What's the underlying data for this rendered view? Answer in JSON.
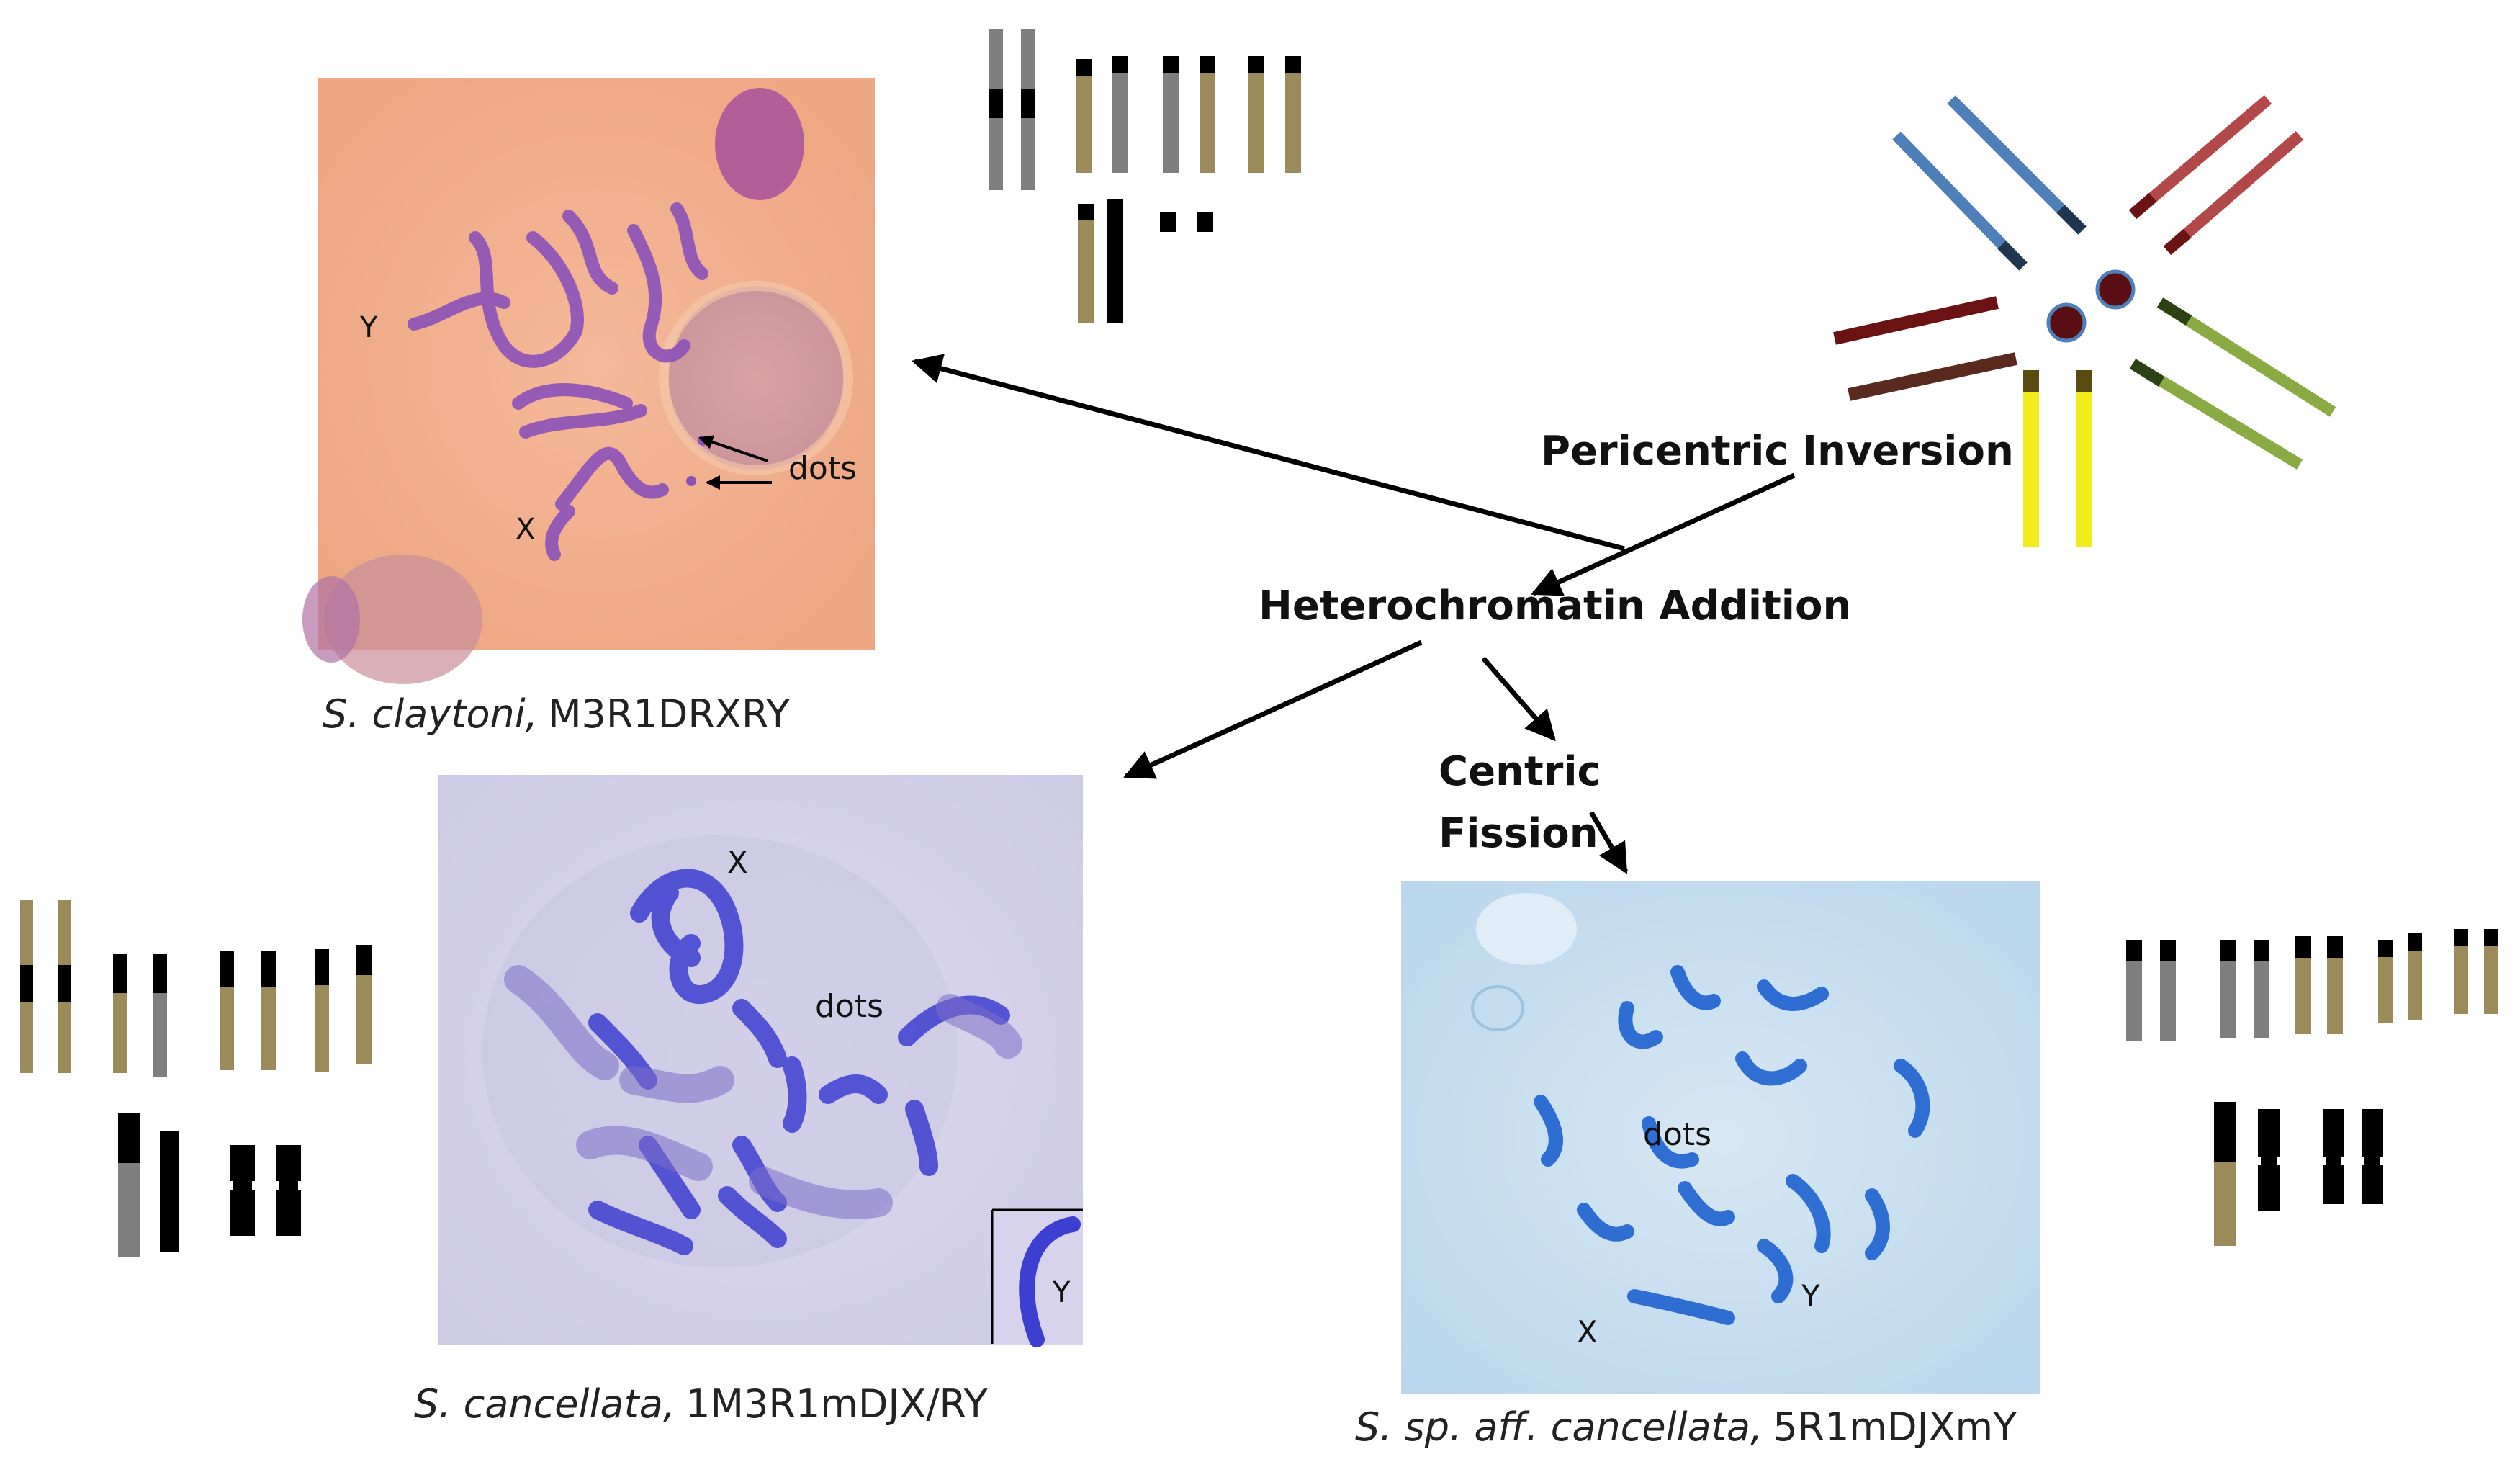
{
  "labels": {
    "pericentric": "Pericentric Inversion",
    "heterochromatin": "Heterochromatin Addition",
    "centric_line1": "Centric",
    "centric_line2": "Fission"
  },
  "panels": {
    "claytoni": {
      "caption_species": "S. claytoni,",
      "caption_formula": "M3R1DRXRY",
      "label_y": "Y",
      "label_x": "X",
      "label_dots": "dots"
    },
    "cancellata": {
      "caption_species": "S. cancellata,",
      "caption_formula": "1M3R1mDJX/RY",
      "label_x": "X",
      "label_dots": "dots",
      "label_y": "Y"
    },
    "aff": {
      "caption_species": "S. sp. aff. cancellata,",
      "caption_formula": "5R1mDJXmY",
      "label_dots": "dots",
      "label_x": "X",
      "label_y": "Y"
    }
  },
  "colors": {
    "olive": "#9c8b5a",
    "grey": "#7f7f7f",
    "black": "#000000",
    "blue_rod": "#4f7fb8",
    "red_rod": "#b34848",
    "dark_red_rod": "#6b1212",
    "brown_rod": "#5b2a1e",
    "green_rod": "#8aab43",
    "yellow_rod": "#f2ec1c",
    "centromere": "#5a0f14"
  }
}
